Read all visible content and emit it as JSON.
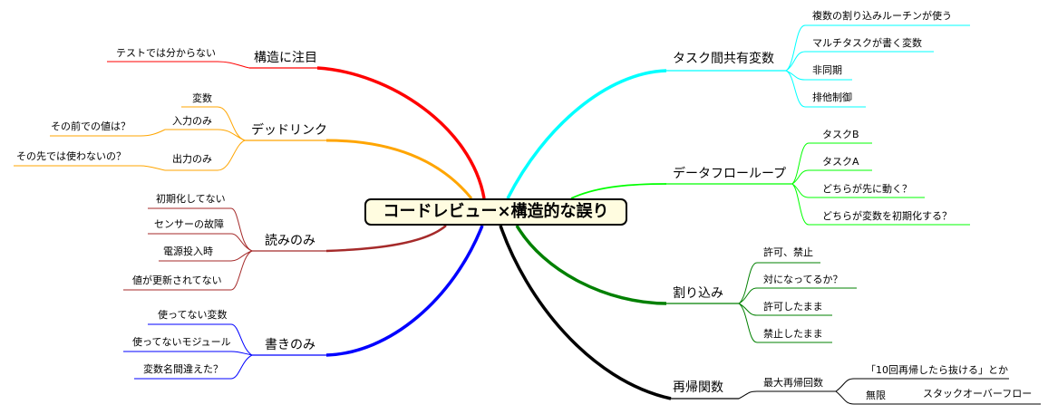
{
  "center": "コードレビュー×構造的な誤り",
  "branches": {
    "structure": {
      "label": "構造に注目",
      "children": [
        "テストでは分からない"
      ]
    },
    "deadlink": {
      "label": "デッドリンク",
      "children": [
        "変数",
        "入力のみ",
        "その前での値は？",
        "出力のみ",
        "その先では使わないの？"
      ]
    },
    "readonly": {
      "label": "読みのみ",
      "children": [
        "初期化してない",
        "センサーの故障",
        "電源投入時",
        "値が更新されてない"
      ]
    },
    "writeonly": {
      "label": "書きのみ",
      "children": [
        "使ってない変数",
        "使ってないモジュール",
        "変数名間違えた？"
      ]
    },
    "shared": {
      "label": "タスク間共有変数",
      "children": [
        "複数の割り込みルーチンが使う",
        "マルチタスクが書く変数",
        "非同期",
        "排他制御"
      ]
    },
    "dataflow": {
      "label": "データフローループ",
      "children": [
        "タスクB",
        "タスクA",
        "どちらが先に動く？",
        "どちらが変数を初期化する？"
      ]
    },
    "interrupt": {
      "label": "割り込み",
      "children": [
        "許可、禁止",
        "対になってるか？",
        "許可したまま",
        "禁止したまま"
      ]
    },
    "recursive": {
      "label": "再帰関数",
      "children": [
        "最大再帰回数",
        "「10回再帰したら抜ける」とか",
        "無限",
        "スタックオーバーフロー"
      ]
    }
  },
  "colors": {
    "structure": "#ff0000",
    "deadlink": "#ffa500",
    "readonly": "#a52a2a",
    "writeonly": "#0000ff",
    "shared": "#00ffff",
    "dataflow": "#00ff00",
    "interrupt": "#008000",
    "recursive": "#000000"
  }
}
